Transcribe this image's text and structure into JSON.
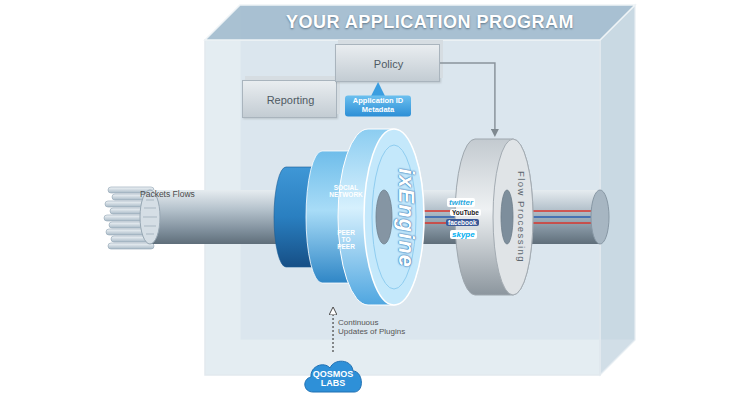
{
  "diagram": {
    "nodes": [
      {
        "text": [
          "YOUR APPLICATION PROGRAM"
        ]
      },
      {
        "text": [
          "Reporting"
        ],
        "in": 0
      },
      {
        "text": [
          "Policy"
        ],
        "in": 0
      },
      {
        "text": [
          "SOCIAL NETWORK",
          "PEER TO PEER",
          "ixEngine"
        ],
        "in": 0
      },
      {
        "text": [
          "Flow Processing"
        ],
        "in": 0
      },
      {
        "text": [
          "QOSMOS LABS"
        ]
      }
    ],
    "edges": [
      {
        "from": 3,
        "to": 2,
        "arrow": "to",
        "label": "Application ID Metadata"
      },
      {
        "from": 2,
        "to": 4,
        "arrow": "to"
      },
      {
        "from": 5,
        "to": 3,
        "arrow": "to",
        "label": "Continuous Updates of Plugins"
      }
    ],
    "labels": [
      "Packets Flows",
      "twitter",
      "YouTube",
      "facebook",
      "skype"
    ]
  }
}
